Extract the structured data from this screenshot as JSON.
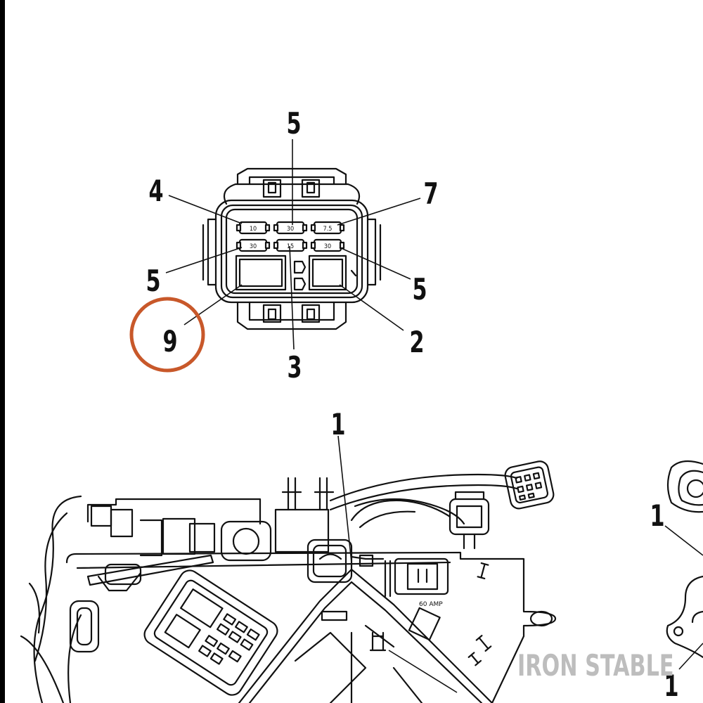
{
  "callouts": {
    "top_5": "5",
    "c4": "4",
    "c7": "7",
    "left_5": "5",
    "right_5": "5",
    "c9": "9",
    "c3": "3",
    "c2": "2",
    "c1_main": "1",
    "c1_right": "1",
    "c1_bottom": "1"
  },
  "fuses": {
    "top_left": "10",
    "top_mid": "30",
    "top_right": "7.5",
    "bot_left": "30",
    "bot_mid": "15",
    "bot_right": "30"
  },
  "relay_label": "60 AMP",
  "highlight_color": "#c8582a",
  "watermark": "IRON STABLE"
}
